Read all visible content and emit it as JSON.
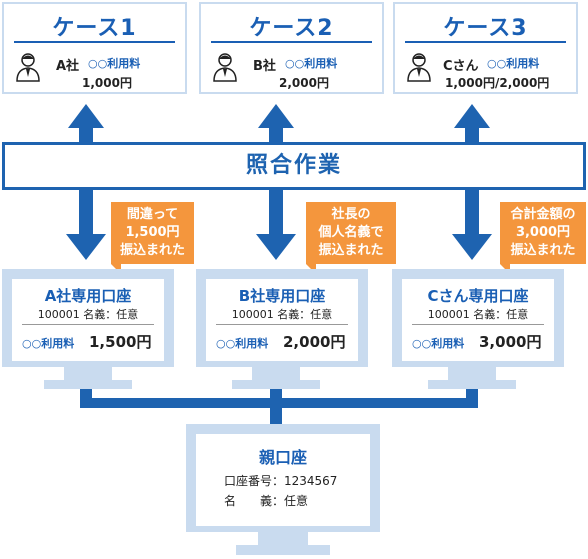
{
  "cases": [
    {
      "title": "ケース1",
      "party": "A社",
      "fee_label": "○○利用料",
      "amount": "1,000円"
    },
    {
      "title": "ケース2",
      "party": "B社",
      "fee_label": "○○利用料",
      "amount": "2,000円"
    },
    {
      "title": "ケース3",
      "party": "Cさん",
      "fee_label": "○○利用料",
      "amount": "1,000円/2,000円"
    }
  ],
  "verification_label": "照合作業",
  "callouts": [
    {
      "lines": [
        "間違って",
        "1,500円",
        "振込まれた"
      ]
    },
    {
      "lines": [
        "社長の",
        "個人名義で",
        "振込まれた"
      ]
    },
    {
      "lines": [
        "合計金額の",
        "3,000円",
        "振込まれた"
      ]
    }
  ],
  "accounts": [
    {
      "name": "A社専用口座",
      "detail": "100001 名義：任意",
      "fee_label": "○○利用料",
      "amount": "1,500円"
    },
    {
      "name": "B社専用口座",
      "detail": "100001 名義：任意",
      "fee_label": "○○利用料",
      "amount": "2,000円"
    },
    {
      "name": "Cさん専用口座",
      "detail": "100001 名義：任意",
      "fee_label": "○○利用料",
      "amount": "3,000円"
    }
  ],
  "parent_account": {
    "name": "親口座",
    "number_line": "口座番号：1234567",
    "holder_line": "名　　義：任意"
  },
  "colors": {
    "blue": "#1e63b0",
    "light_blue": "#c9dbef",
    "orange": "#f4963d"
  }
}
